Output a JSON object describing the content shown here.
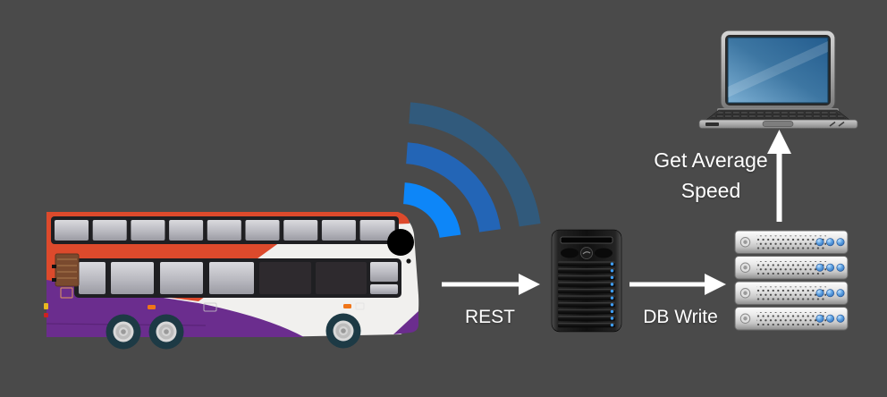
{
  "edges": {
    "rest": {
      "label": "REST"
    },
    "db_write": {
      "label": "DB Write"
    },
    "get_average": {
      "label_line1": "Get Average",
      "label_line2": "Speed"
    }
  },
  "nodes": {
    "bus": {
      "icon": "double-decker-bus-icon"
    },
    "wifi": {
      "icon": "wifi-signal-icon"
    },
    "tower_server": {
      "icon": "tower-server-icon"
    },
    "rack_server": {
      "icon": "server-rack-icon"
    },
    "laptop": {
      "icon": "laptop-icon"
    }
  },
  "colors": {
    "background": "#4a4a4a",
    "arrow": "#ffffff",
    "label_text": "#ffffff",
    "wifi_inner": "#0d86f8",
    "wifi_middle": "#2365b6",
    "wifi_outer": "#315a7c",
    "bus_red": "#dd4a2c",
    "bus_purple": "#6b2d8e",
    "bus_body": "#f1f0ee",
    "led_blue": "#4aa3e8",
    "laptop_screen_blue": "#2a6294"
  }
}
